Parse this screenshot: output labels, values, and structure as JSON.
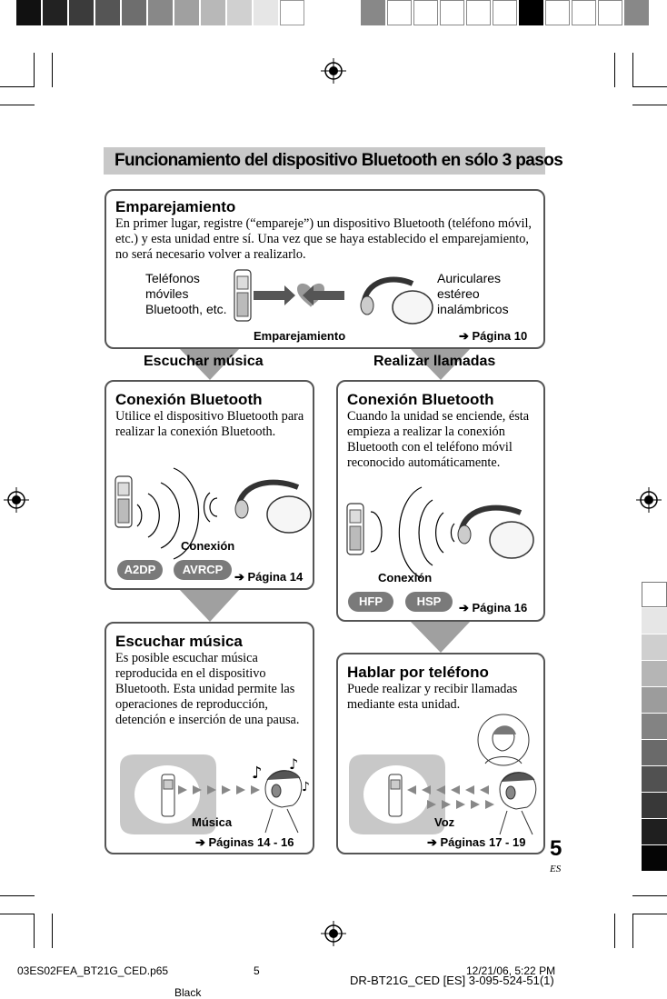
{
  "header": {
    "title": "Funcionamiento del dispositivo Bluetooth en sólo 3 pasos"
  },
  "pairing": {
    "heading": "Emparejamiento",
    "body": "En primer lugar, registre (“empareje”) un dispositivo Bluetooth (teléfono móvil, etc.) y esta unidad entre sí. Una vez que se haya establecido el emparejamiento, no será necesario volver a realizarlo.",
    "left_label_1": "Teléfonos",
    "left_label_2": "móviles",
    "left_label_3": "Bluetooth, etc.",
    "right_label_1": "Auriculares",
    "right_label_2": "estéreo",
    "right_label_3": "inalámbricos",
    "caption": "Emparejamiento",
    "page_ref": "➔ Página 10"
  },
  "sections": {
    "left": "Escuchar música",
    "right": "Realizar llamadas"
  },
  "conn_left": {
    "heading": "Conexión Bluetooth",
    "body": "Utilice el dispositivo Bluetooth para realizar la conexión Bluetooth.",
    "caption": "Conexión",
    "badge_1": "A2DP",
    "badge_2": "AVRCP",
    "page_ref": "➔ Página 14"
  },
  "conn_right": {
    "heading": "Conexión Bluetooth",
    "body": "Cuando la unidad se enciende, ésta empieza a realizar la conexión Bluetooth con el teléfono móvil reconocido automáticamente.",
    "caption": "Conexión",
    "badge_1": "HFP",
    "badge_2": "HSP",
    "page_ref": "➔ Página 16"
  },
  "music": {
    "heading": "Escuchar música",
    "body": "Es posible escuchar música reproducida en el dispositivo Bluetooth. Esta unidad permite las operaciones de reproducción, detención e inserción de una pausa.",
    "caption": "Música",
    "page_ref": "➔ Páginas 14 - 16"
  },
  "talk": {
    "heading": "Hablar por teléfono",
    "body": "Puede realizar y recibir llamadas mediante esta unidad.",
    "caption": "Voz",
    "page_ref": "➔ Páginas 17 - 19"
  },
  "page": {
    "number": "5",
    "lang": "ES"
  },
  "footer": {
    "file": "03ES02FEA_BT21G_CED.p65",
    "page": "5",
    "date": "12/21/06, 5:22 PM",
    "model": "DR-BT21G_CED [ES] 3-095-524-51(1)",
    "plate": "Black"
  },
  "colors": {
    "header_bg": "#c8c8c8",
    "box_border": "#555555",
    "badge": "#7a7a7a",
    "arrow": "#a0a0a0"
  },
  "icons": [
    "registration-mark-icon",
    "heart-icon",
    "phone-icon",
    "headphones-icon",
    "music-note-icon",
    "triangle-arrow-icon"
  ]
}
